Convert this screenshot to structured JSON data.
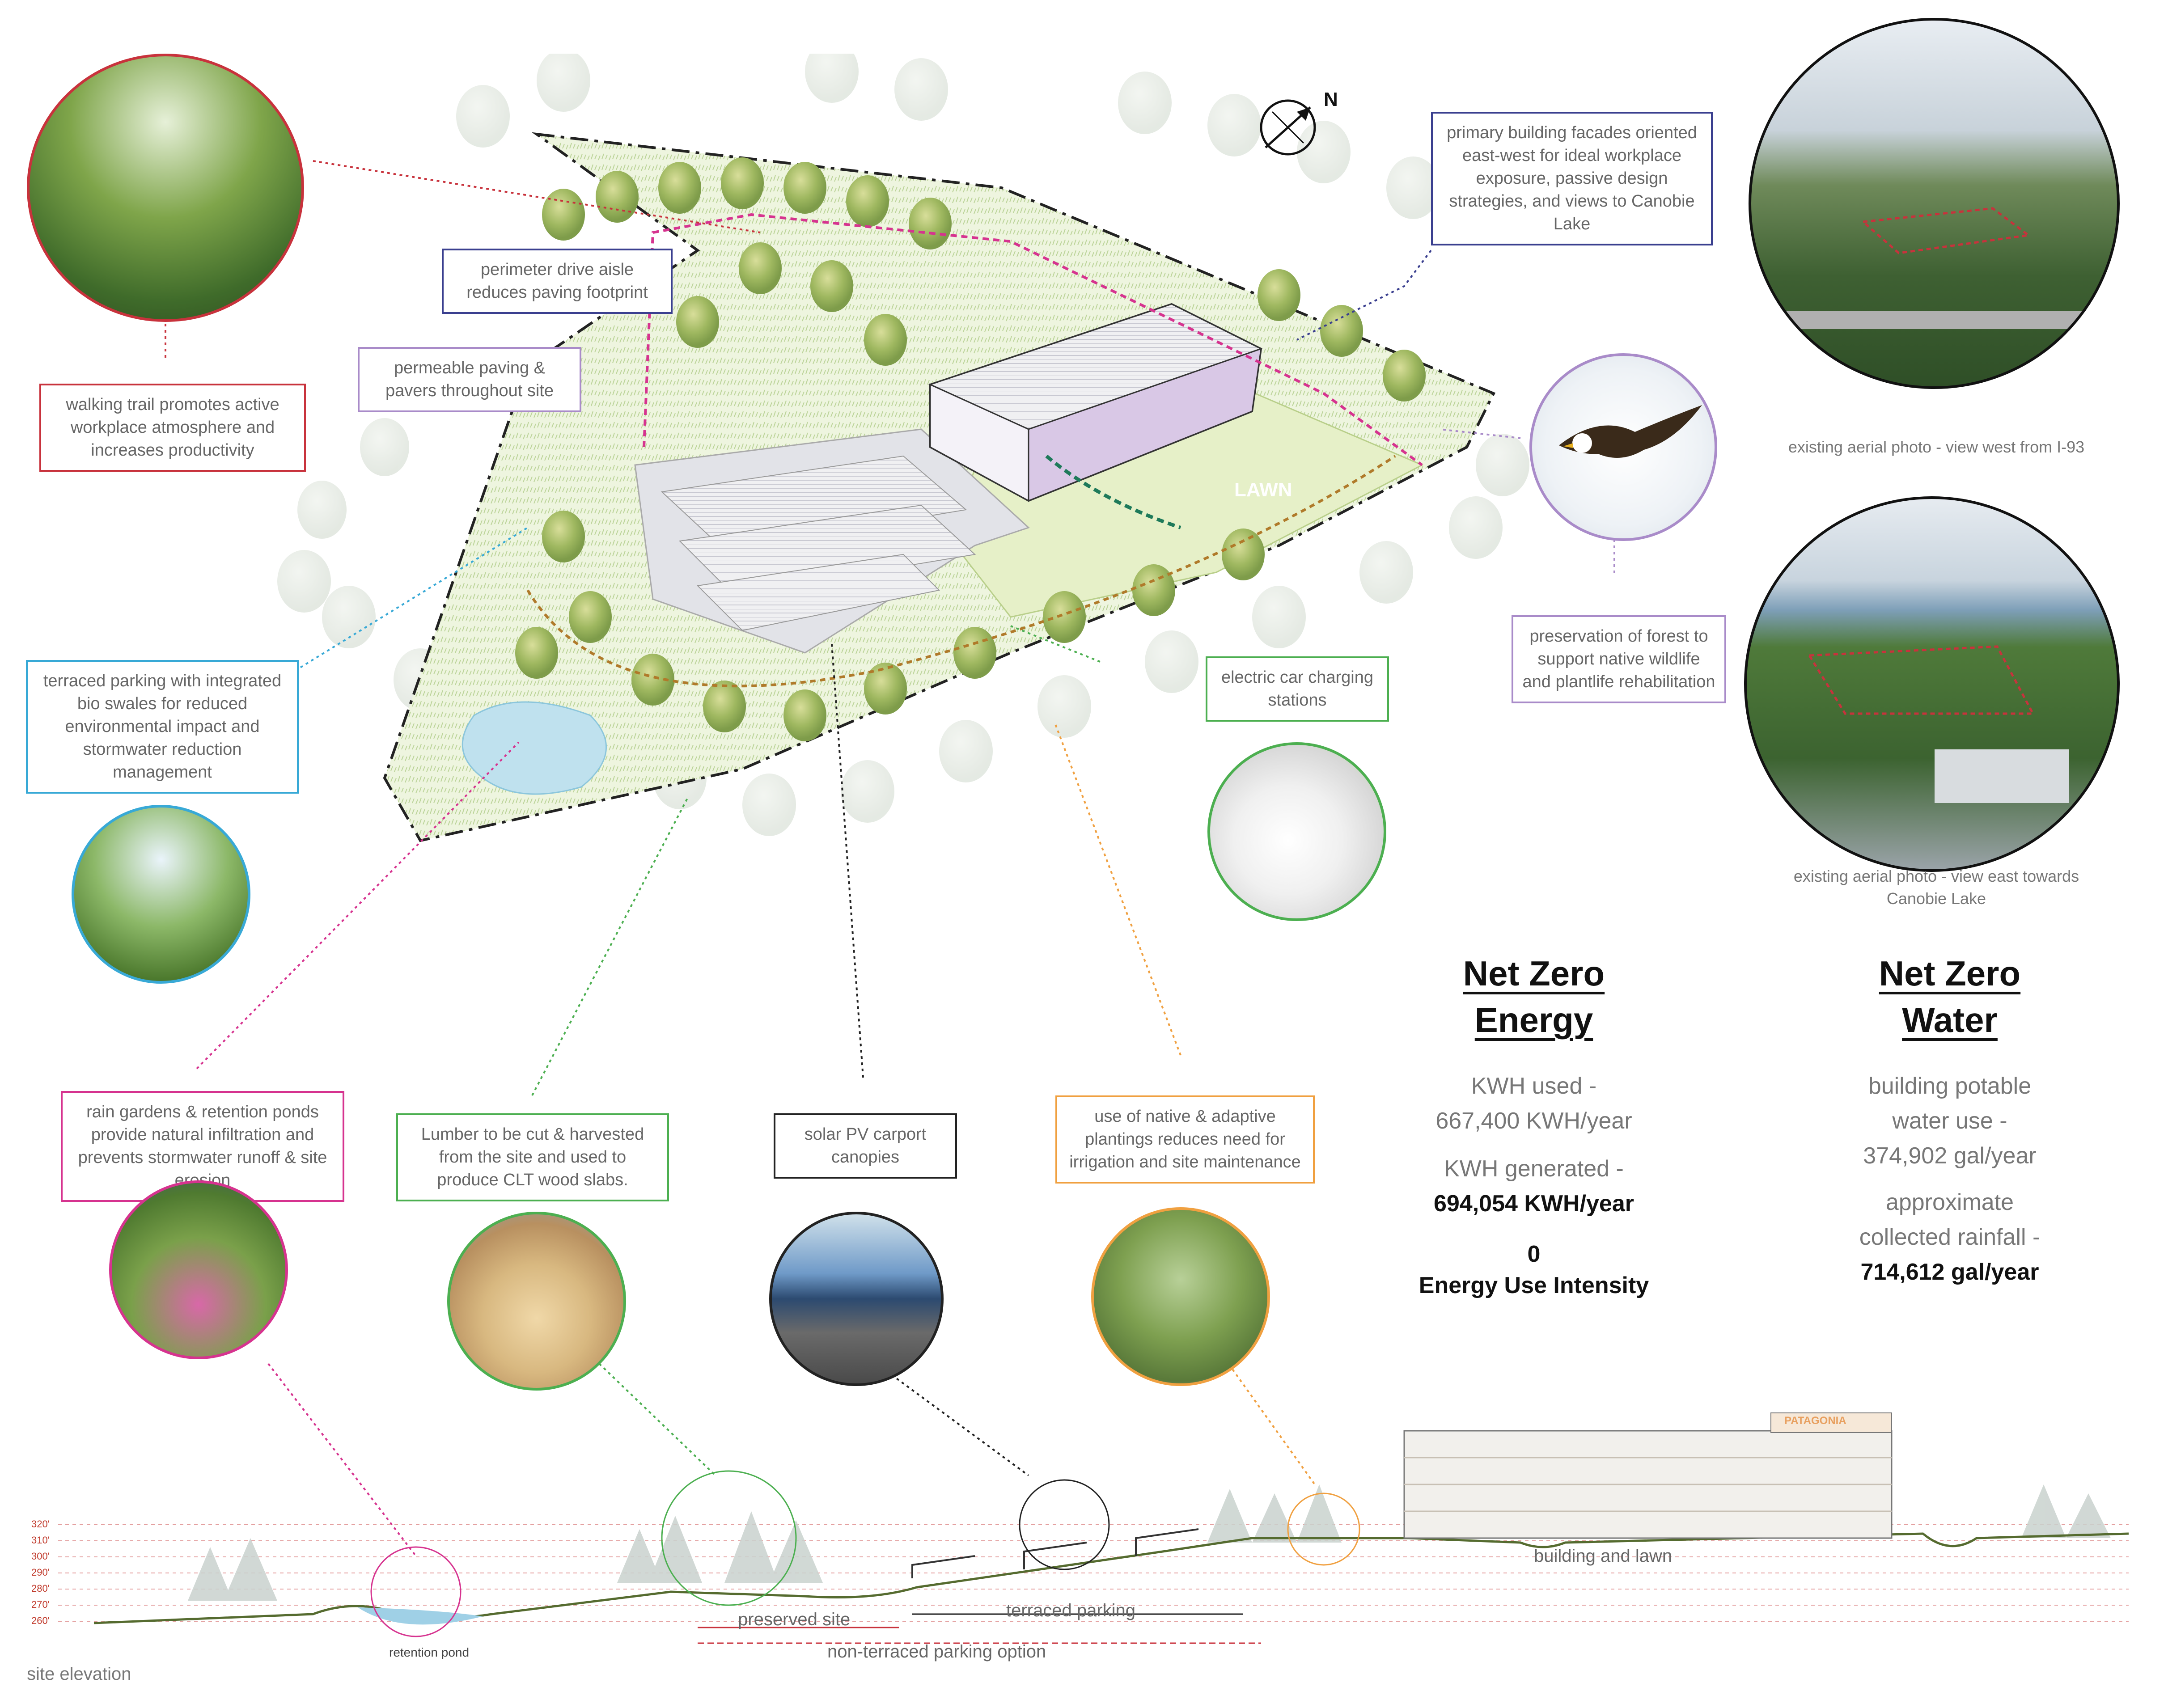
{
  "compass": {
    "label": "N"
  },
  "site_plan": {
    "lawn_label": "LAWN"
  },
  "callouts": {
    "walking_trail": "walking trail promotes active workplace atmosphere and increases productivity",
    "perimeter_drive": "perimeter drive aisle reduces paving footprint",
    "permeable_paving": "permeable paving & pavers throughout site",
    "building_facades": "primary building facades oriented east-west for ideal workplace exposure, passive design strategies, and views to Canobie Lake",
    "terraced_parking": "terraced parking with integrated bio swales for reduced environmental impact and stormwater reduction management",
    "ev_charging": "electric car charging stations",
    "forest_preservation": "preservation of forest to support native wildlife and plantlife rehabilitation",
    "rain_gardens": "rain gardens & retention ponds provide natural infiltration and prevents stormwater runoff & site erosion",
    "lumber": "Lumber to be cut & harvested from the site and used to produce CLT wood slabs.",
    "solar_pv": "solar PV carport canopies",
    "native_plantings": "use of native & adaptive plantings reduces need for irrigation and site maintenance"
  },
  "aerial_photos": {
    "west_caption": "existing aerial photo - view west from I-93",
    "east_caption": "existing aerial photo - view east towards Canobie Lake"
  },
  "net_zero_energy": {
    "title_line1": "Net Zero",
    "title_line2": "Energy",
    "used_label": "KWH used -",
    "used_value": "667,400 KWH/year",
    "generated_label": "KWH generated -",
    "generated_value": "694,054 KWH/year",
    "eui_value": "0",
    "eui_label": "Energy Use Intensity"
  },
  "net_zero_water": {
    "title_line1": "Net Zero",
    "title_line2": "Water",
    "use_label1": "building potable",
    "use_label2": "water use -",
    "use_value": "374,902 gal/year",
    "rain_label1": "approximate",
    "rain_label2": "collected rainfall -",
    "rain_value": "714,612 gal/year"
  },
  "section": {
    "elevations": [
      "320'",
      "310'",
      "300'",
      "290'",
      "280'",
      "270'",
      "260'"
    ],
    "retention_pond": "retention pond",
    "preserved_site": "preserved site",
    "terraced_parking": "terraced parking",
    "non_terraced": "non-terraced parking option",
    "building_and_lawn": "building and lawn",
    "building_sign": "PATAGONIA",
    "site_elevation": "site elevation"
  },
  "colors": {
    "red": "#c8323c",
    "navy": "#3a3f8f",
    "lavender": "#a98bc9",
    "cyan": "#38a9d6",
    "green": "#4caf50",
    "magenta": "#d6338f",
    "black": "#222222",
    "orange": "#f0a040"
  }
}
